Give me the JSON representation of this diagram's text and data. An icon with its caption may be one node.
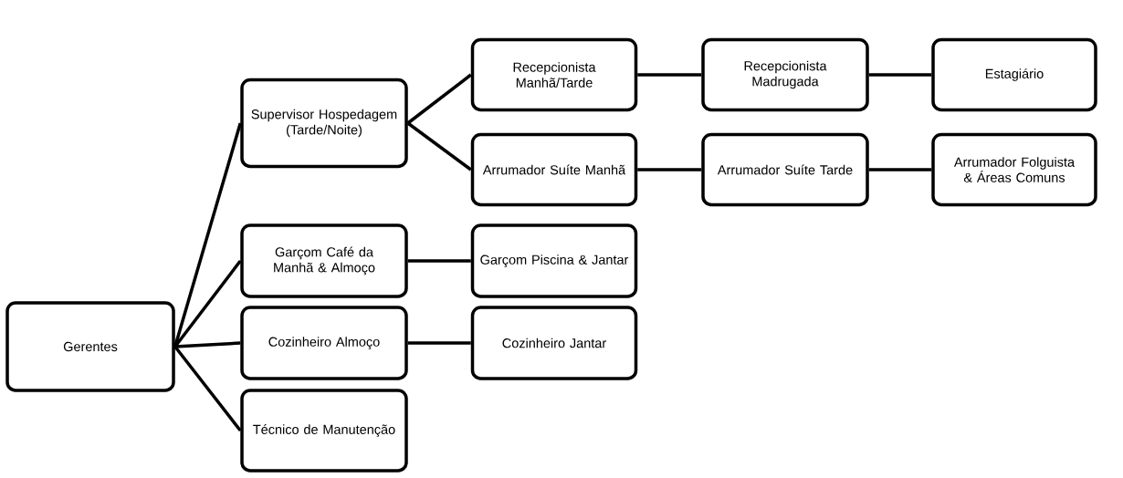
{
  "diagram": {
    "nodes": [
      {
        "text": [
          "Gerentes"
        ]
      },
      {
        "text": [
          "Supervisor Hospedagem (Tarde/Noite)"
        ]
      },
      {
        "text": [
          "Recepcionista Manhã/Tarde"
        ]
      },
      {
        "text": [
          "Recepcionista Madrugada"
        ]
      },
      {
        "text": [
          "Estagiário"
        ]
      },
      {
        "text": [
          "Arrumador Suíte Manhã"
        ]
      },
      {
        "text": [
          "Arrumador Suíte Tarde"
        ]
      },
      {
        "text": [
          "Arrumador Folguista & Áreas Comuns"
        ]
      },
      {
        "text": [
          "Garçom Café da Manhã & Almoço"
        ]
      },
      {
        "text": [
          "Garçom Piscina & Jantar"
        ]
      },
      {
        "text": [
          "Cozinheiro Almoço"
        ]
      },
      {
        "text": [
          "Cozinheiro Jantar"
        ]
      },
      {
        "text": [
          "Técnico de Manutenção"
        ]
      }
    ],
    "edges": [
      {
        "from": 0,
        "to": 1,
        "arrow": "none"
      },
      {
        "from": 0,
        "to": 8,
        "arrow": "none"
      },
      {
        "from": 0,
        "to": 10,
        "arrow": "none"
      },
      {
        "from": 0,
        "to": 12,
        "arrow": "none"
      },
      {
        "from": 1,
        "to": 2,
        "arrow": "none"
      },
      {
        "from": 1,
        "to": 5,
        "arrow": "none"
      },
      {
        "from": 2,
        "to": 3,
        "arrow": "none"
      },
      {
        "from": 3,
        "to": 4,
        "arrow": "none"
      },
      {
        "from": 5,
        "to": 6,
        "arrow": "none"
      },
      {
        "from": 6,
        "to": 7,
        "arrow": "none"
      },
      {
        "from": 8,
        "to": 9,
        "arrow": "none"
      },
      {
        "from": 10,
        "to": 11,
        "arrow": "none"
      }
    ]
  }
}
